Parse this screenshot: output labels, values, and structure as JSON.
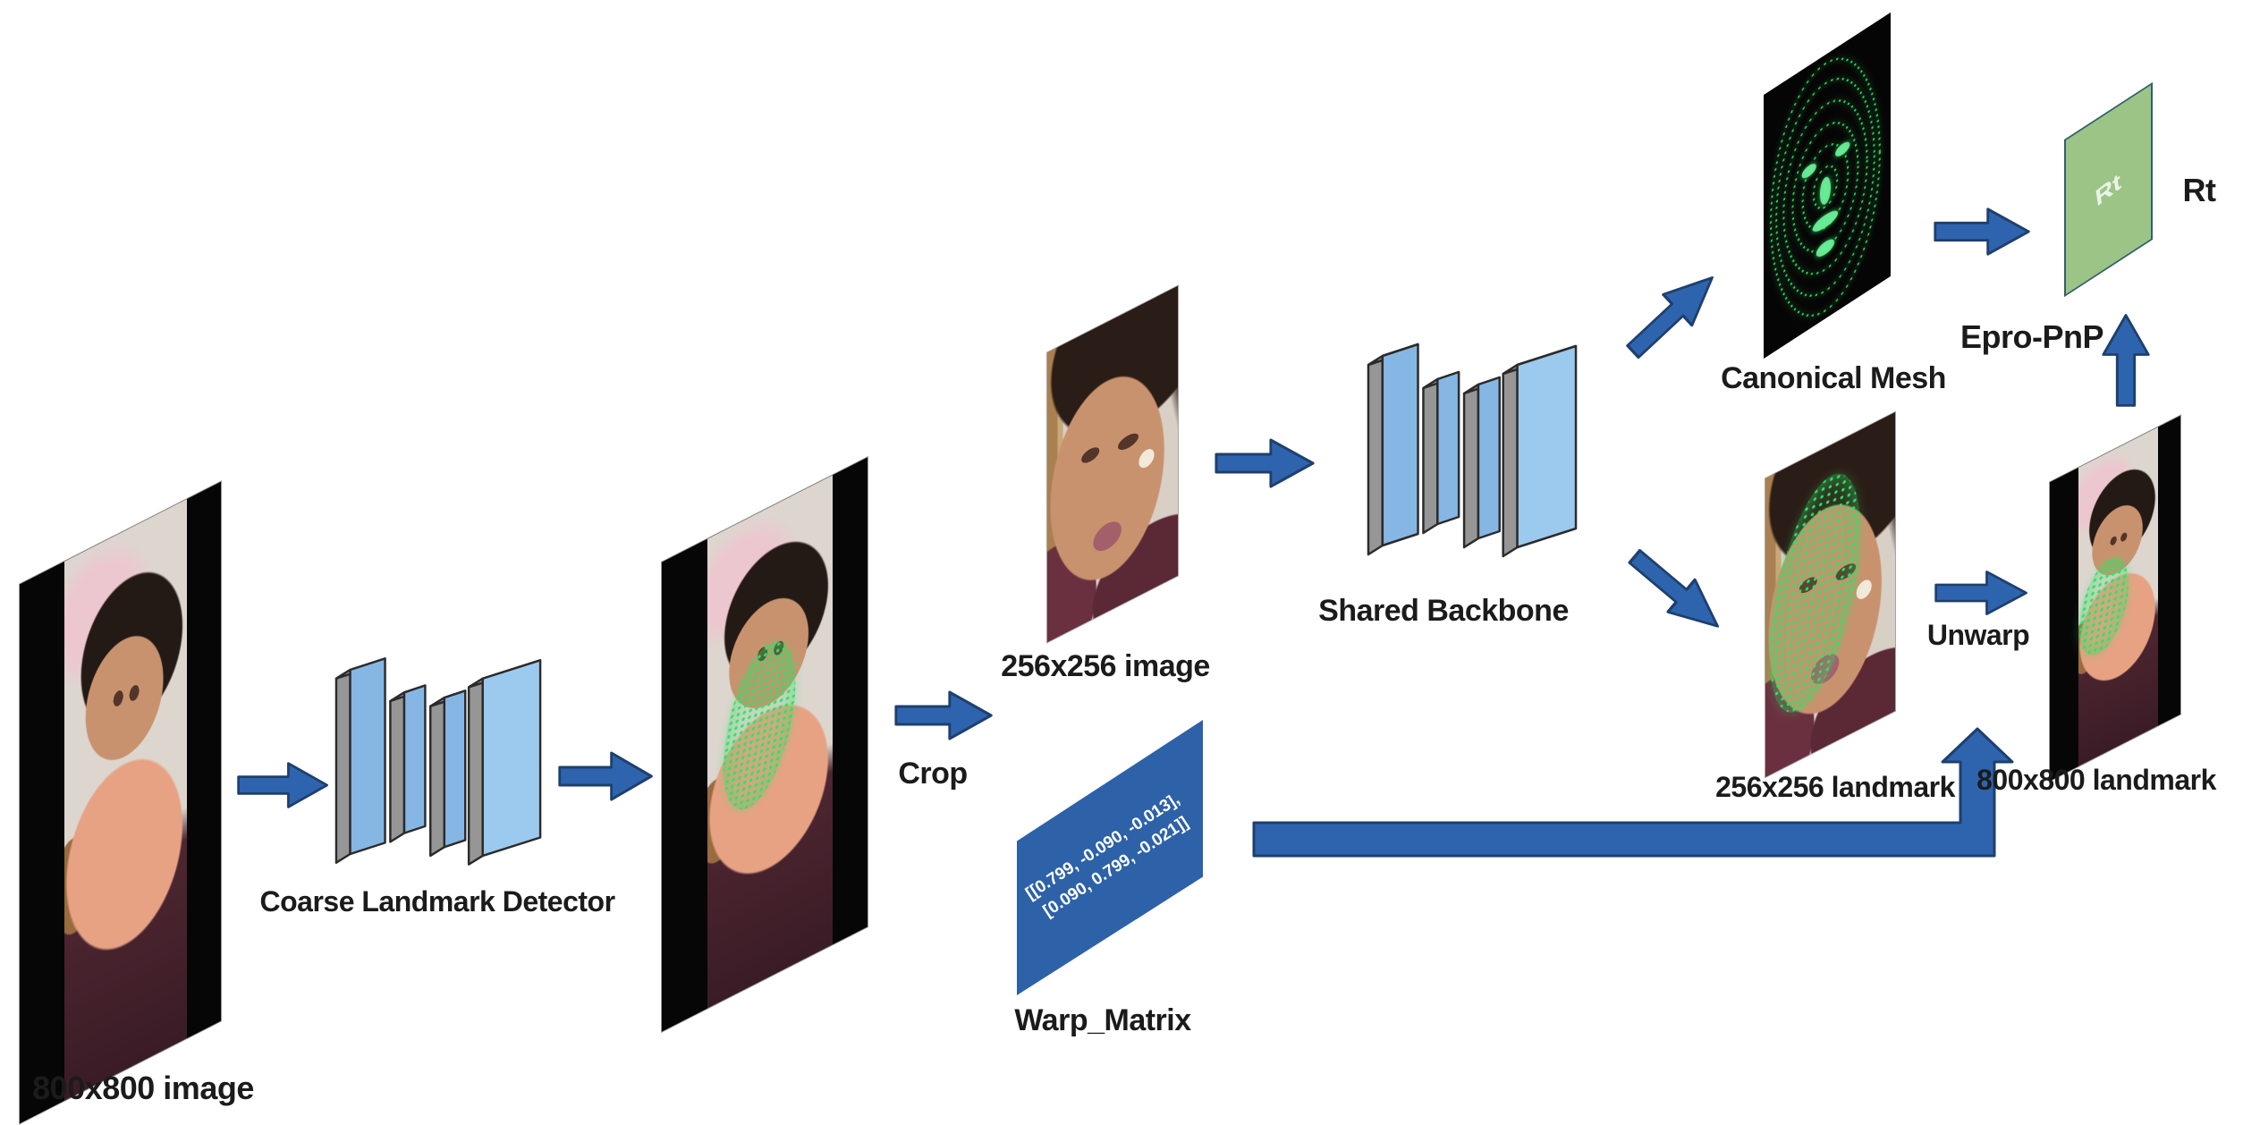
{
  "figure": {
    "labels": {
      "input_image": "800x800 image",
      "coarse_detector": "Coarse Landmark Detector",
      "crop": "Crop",
      "cropped_image": "256x256 image",
      "warp_matrix": "Warp_Matrix",
      "warp_row1": "[[0.799, -0.090, -0.013],",
      "warp_row2": "[0.090, 0.799, -0.021]]",
      "shared_backbone": "Shared Backbone",
      "canonical_mesh": "Canonical Mesh",
      "epro_pnp": "Epro-PnP",
      "rt_panel": "Rt",
      "rt_output": "Rt",
      "landmark_256": "256x256 landmark",
      "unwarp": "Unwarp",
      "landmark_800": "800x800 landmark"
    },
    "colors": {
      "arrow_blue": "#2e64ae",
      "arrow_outline": "#1f3f6e",
      "matrix_blue": "#2d61a8",
      "plate_blue": "#86b7e4",
      "plate_blue_light": "#9ccaee",
      "plate_gray": "#969696",
      "rt_green": "#9cc487",
      "mesh_green": "#2bd158",
      "label_ink": "#1b1b1b",
      "canvas_bg": "#ffffff"
    }
  }
}
